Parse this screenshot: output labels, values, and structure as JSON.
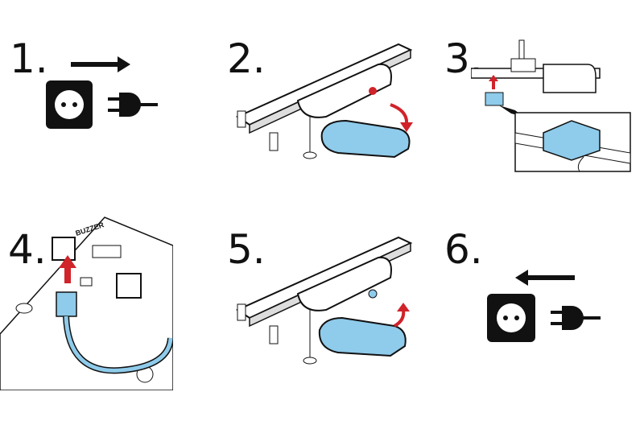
{
  "steps": [
    {
      "number": "1.",
      "action": "unplug"
    },
    {
      "number": "2.",
      "action": "remove-cover"
    },
    {
      "number": "3.",
      "action": "attach-module"
    },
    {
      "number": "4.",
      "action": "connect-cable",
      "board_label": "BUZZER"
    },
    {
      "number": "5.",
      "action": "replace-cover"
    },
    {
      "number": "6.",
      "action": "plug-in"
    }
  ],
  "colors": {
    "module": "#8fcbea",
    "arrow": "#d0232a",
    "ink": "#111111"
  }
}
